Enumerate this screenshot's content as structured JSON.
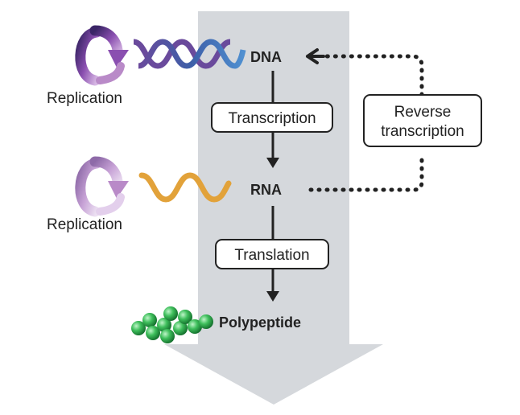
{
  "nodes": {
    "dna": "DNA",
    "rna": "RNA",
    "polypeptide": "Polypeptide"
  },
  "processes": {
    "transcription": "Transcription",
    "translation": "Translation",
    "reverse_transcription_line1": "Reverse",
    "reverse_transcription_line2": "transcription"
  },
  "replication": {
    "dna_label": "Replication",
    "rna_label": "Replication"
  },
  "colors": {
    "big_arrow": "#d5d8dc",
    "dna_helix_blue": "#3d5fa8",
    "dna_helix_purple": "#6a4a9c",
    "rna_strand": "#e2a23a",
    "replication_dark": "#6b3a8e",
    "replication_light": "#b98ac8",
    "polypeptide_green": "#2e9e4a",
    "text": "#222222"
  }
}
